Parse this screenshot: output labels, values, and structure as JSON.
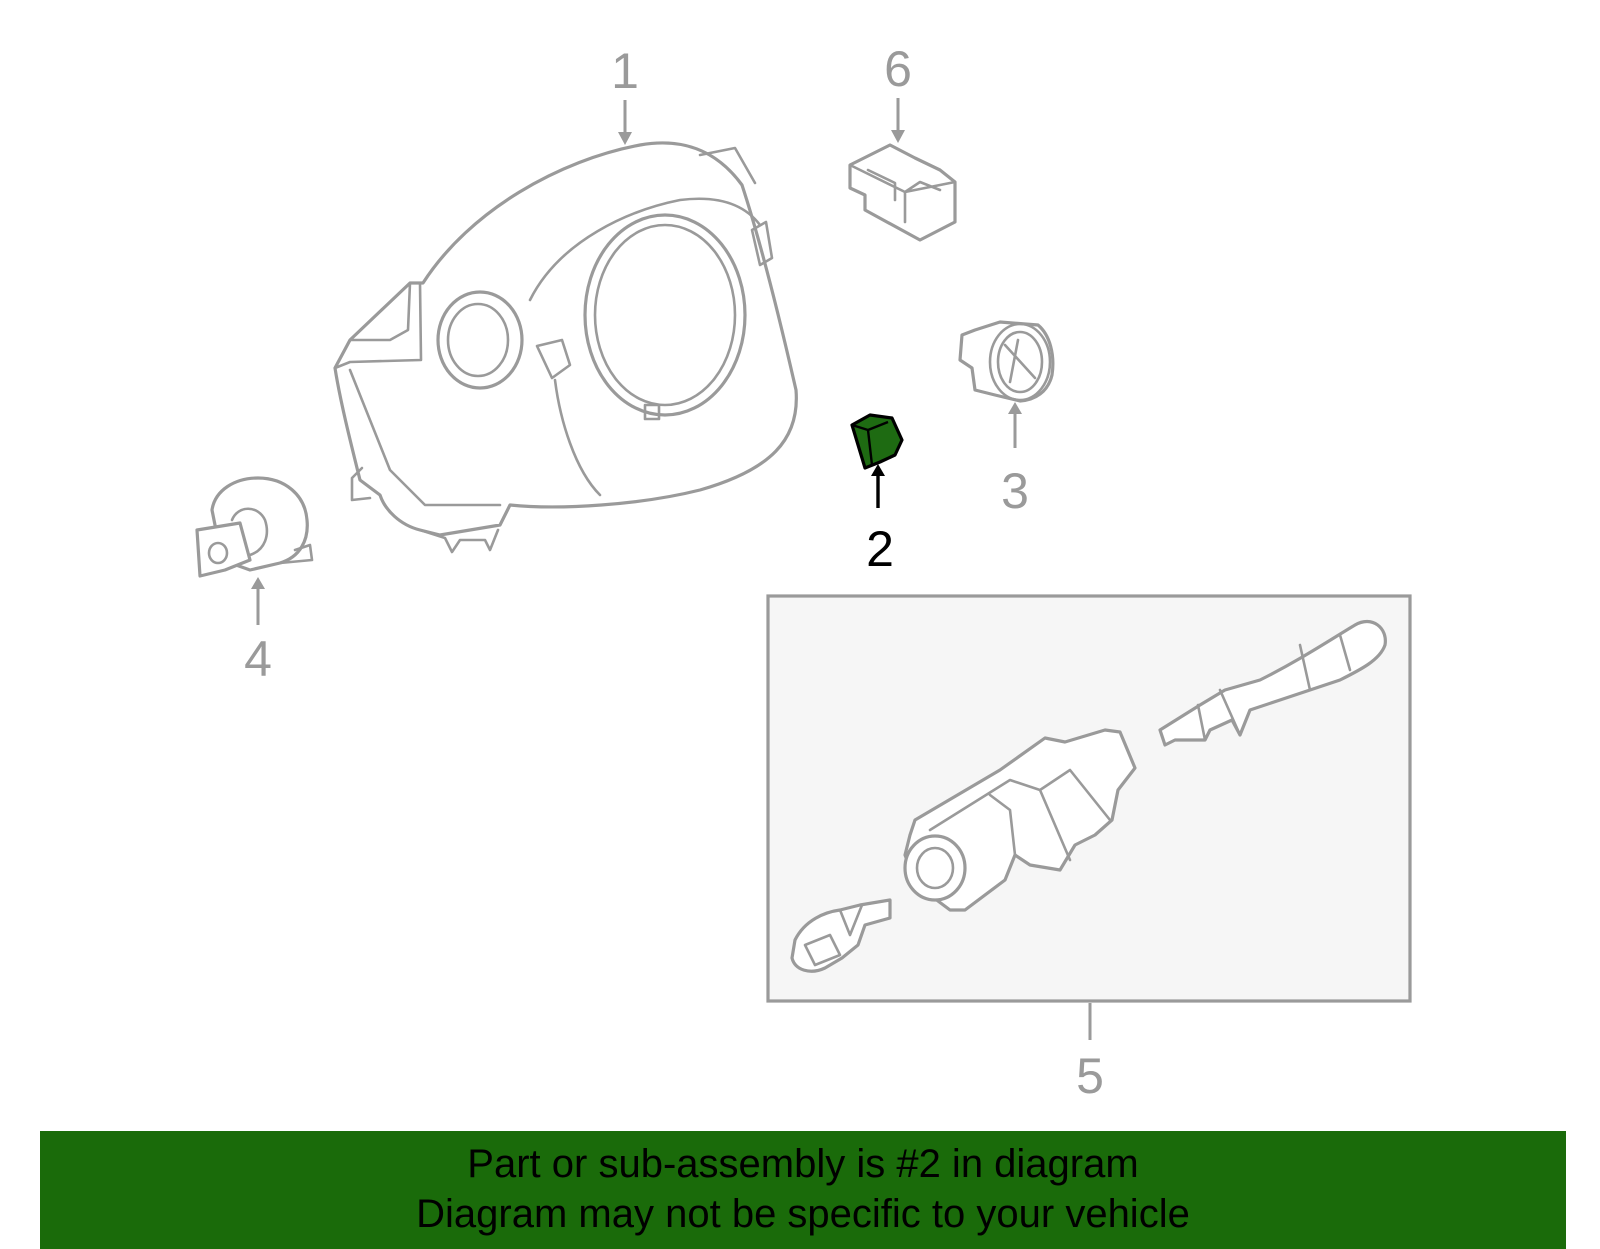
{
  "diagram": {
    "callouts": {
      "part_1": "1",
      "part_2": "2",
      "part_3": "3",
      "part_4": "4",
      "part_5": "5",
      "part_6": "6"
    },
    "highlighted_part": "2",
    "colors": {
      "outline": "#9a9a9a",
      "highlight_fill": "#1e6b12",
      "highlight_stroke": "#000000",
      "assembly_box_fill": "#f6f6f6",
      "banner_background": "#1a6b0a"
    }
  },
  "banner": {
    "line1": "Part or sub-assembly is #2 in diagram",
    "line2": "Diagram may not be specific to your vehicle"
  }
}
